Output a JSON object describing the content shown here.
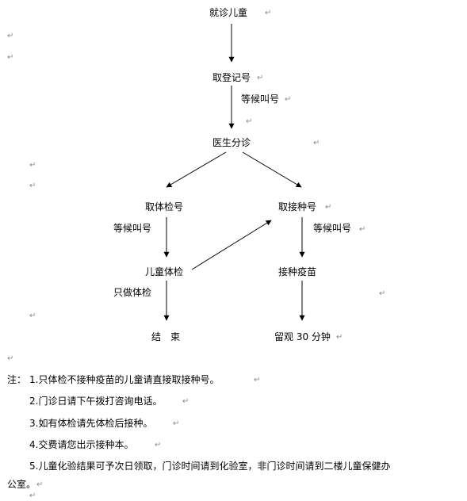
{
  "colors": {
    "text": "#000000",
    "arrow": "#000000",
    "paragraph_mark": "#8a8a8a"
  },
  "flowchart": {
    "nodes": {
      "start": "就诊儿童",
      "register": "取登记号",
      "doctor": "医生分诊",
      "exam_number": "取体检号",
      "vaccine_number": "取接种号",
      "child_exam": "儿童体检",
      "vaccinate": "接种疫苗",
      "end": "结　束",
      "observe": "留观 30 分钟"
    },
    "edge_labels": {
      "wait_1": "等候叫号",
      "wait_2": "等候叫号",
      "wait_3": "等候叫号",
      "exam_only": "只做体检"
    }
  },
  "paragraph_mark": "↵",
  "notes": {
    "prefix": "注：",
    "items": [
      "1.只体检不接种疫苗的儿童请直接取接种号。",
      "2.门诊日请下午拨打咨询电话。",
      "3.如有体检请先体检后接种。",
      "4.交费请您出示接种本。",
      "5.儿童化验结果可予次日领取，门诊时间请到化验室，非门诊时间请到二楼儿童保健办",
      "公室。"
    ]
  }
}
